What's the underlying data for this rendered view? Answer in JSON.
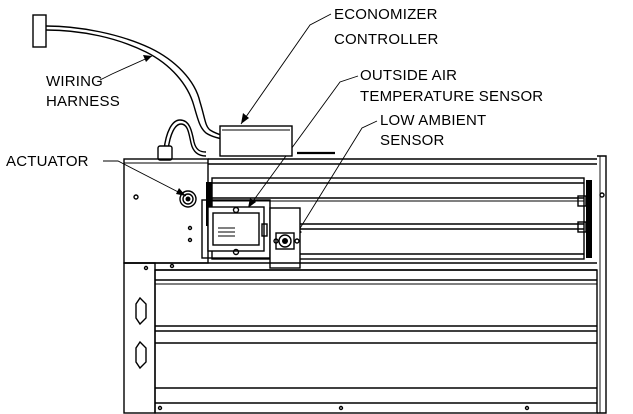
{
  "labels": {
    "economizer_line1": "ECONOMIZER",
    "economizer_line2": "CONTROLLER",
    "wiring_line1": "WIRING",
    "wiring_line2": "HARNESS",
    "outside_air_line1": "OUTSIDE AIR",
    "outside_air_line2": "TEMPERATURE SENSOR",
    "low_ambient_line1": "LOW AMBIENT",
    "low_ambient_line2": "SENSOR",
    "actuator": "ACTUATOR"
  },
  "colors": {
    "line": "#000000",
    "background": "#ffffff"
  }
}
